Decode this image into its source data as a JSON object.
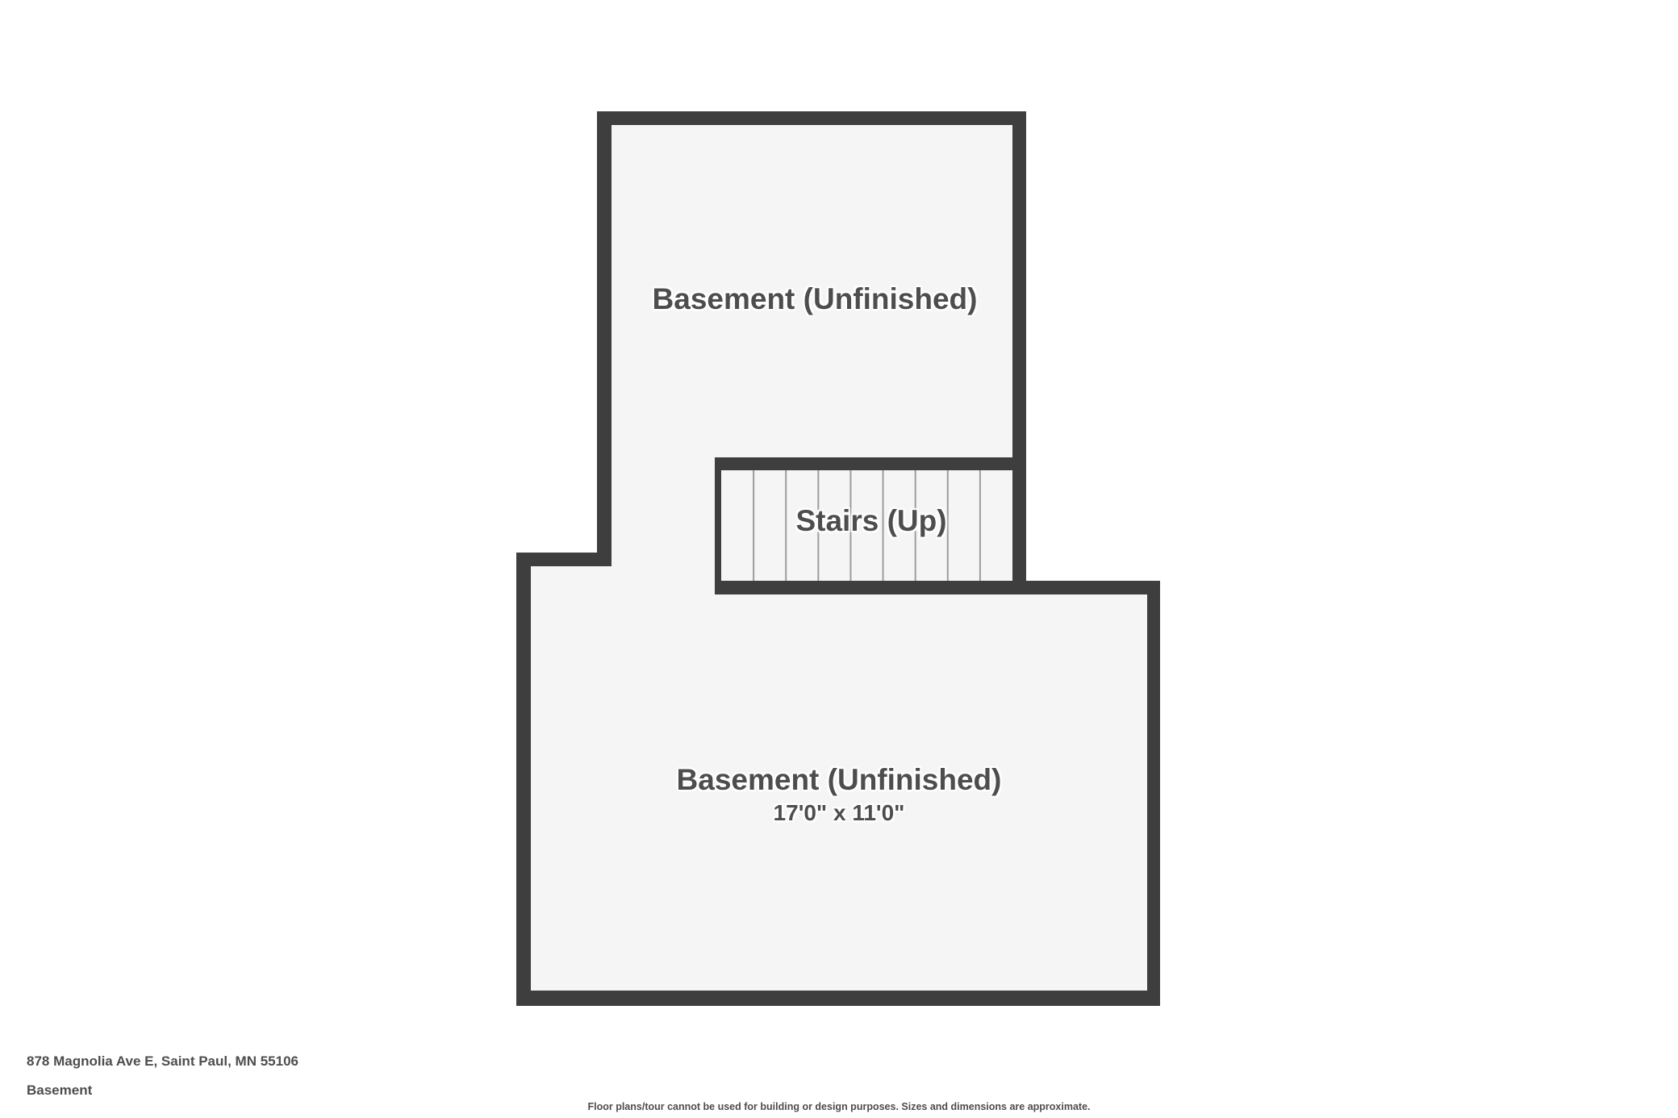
{
  "rooms": {
    "upper": {
      "label": "Basement (Unfinished)"
    },
    "stairs": {
      "label": "Stairs (Up)",
      "tread_count": 9
    },
    "lower": {
      "label": "Basement (Unfinished)",
      "dimensions": "17'0\" x 11'0\""
    }
  },
  "footer": {
    "address": "878 Magnolia Ave E, Saint Paul, MN 55106",
    "floor_name": "Basement",
    "disclaimer": "Floor plans/tour cannot be used for building or design purposes. Sizes and dimensions are approximate."
  },
  "colors": {
    "wall": "#3e3e3e",
    "floor": "#f5f5f5",
    "tread": "#9c9c9c",
    "text": "#4d4d4d",
    "bg": "#ffffff"
  }
}
